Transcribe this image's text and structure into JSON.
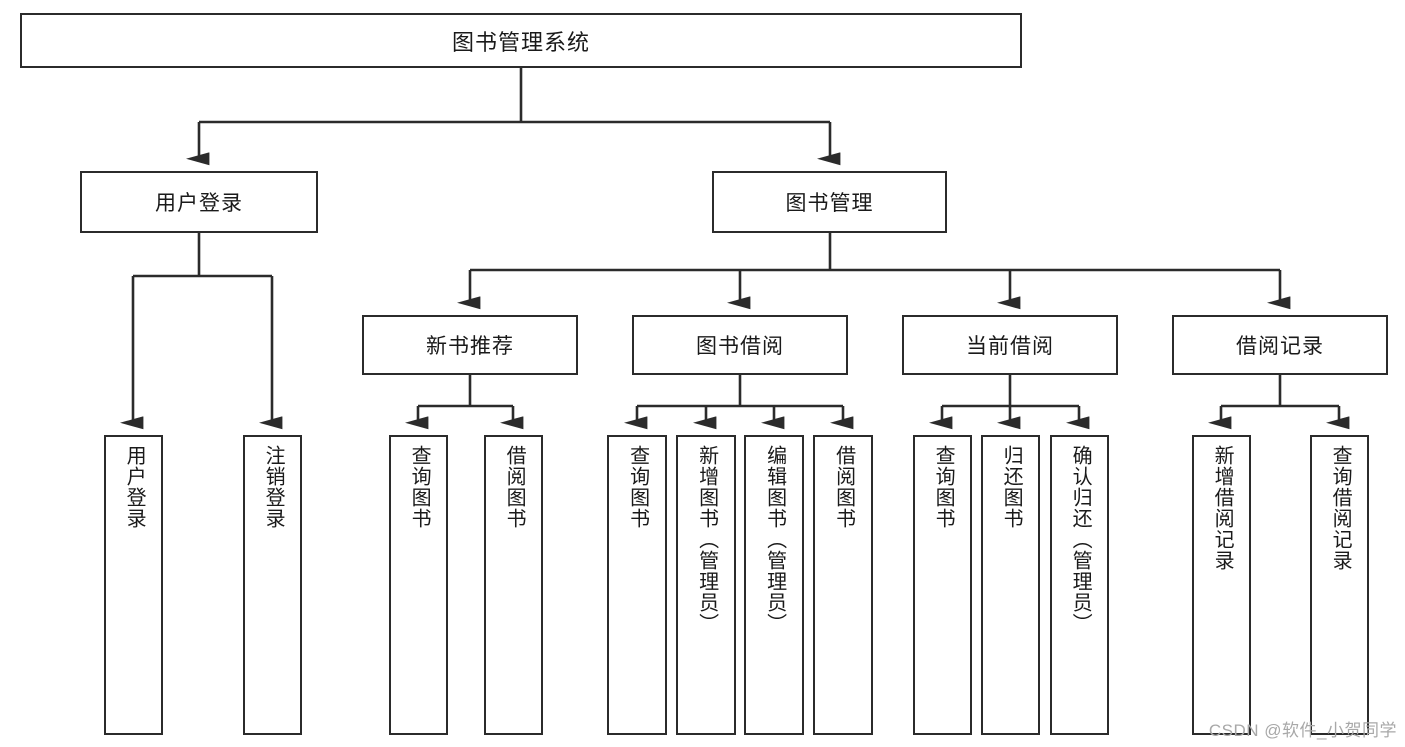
{
  "diagram": {
    "title": "图书管理系统",
    "type": "hierarchy-tree",
    "root": {
      "label": "图书管理系统"
    },
    "level2": [
      {
        "label": "用户登录"
      },
      {
        "label": "图书管理"
      }
    ],
    "level3": [
      {
        "label": "新书推荐"
      },
      {
        "label": "图书借阅"
      },
      {
        "label": "当前借阅"
      },
      {
        "label": "借阅记录"
      }
    ],
    "leaves": {
      "user_login": [
        {
          "label": "用户登录"
        },
        {
          "label": "注销登录"
        }
      ],
      "new_book_recommend": [
        {
          "label": "查询图书"
        },
        {
          "label": "借阅图书"
        }
      ],
      "book_borrow": [
        {
          "label": "查询图书"
        },
        {
          "label": "新增图书（管理员）"
        },
        {
          "label": "编辑图书（管理员）"
        },
        {
          "label": "借阅图书"
        }
      ],
      "current_borrow": [
        {
          "label": "查询图书"
        },
        {
          "label": "归还图书"
        },
        {
          "label": "确认归还（管理员）"
        }
      ],
      "borrow_record": [
        {
          "label": "新增借阅记录"
        },
        {
          "label": "查询借阅记录"
        }
      ]
    }
  },
  "watermark": {
    "text": "CSDN @软件_小贺同学"
  },
  "colors": {
    "border": "#2b2b2b",
    "text": "#1a1a1a",
    "background": "#ffffff",
    "watermark": "#a8a8a8"
  }
}
